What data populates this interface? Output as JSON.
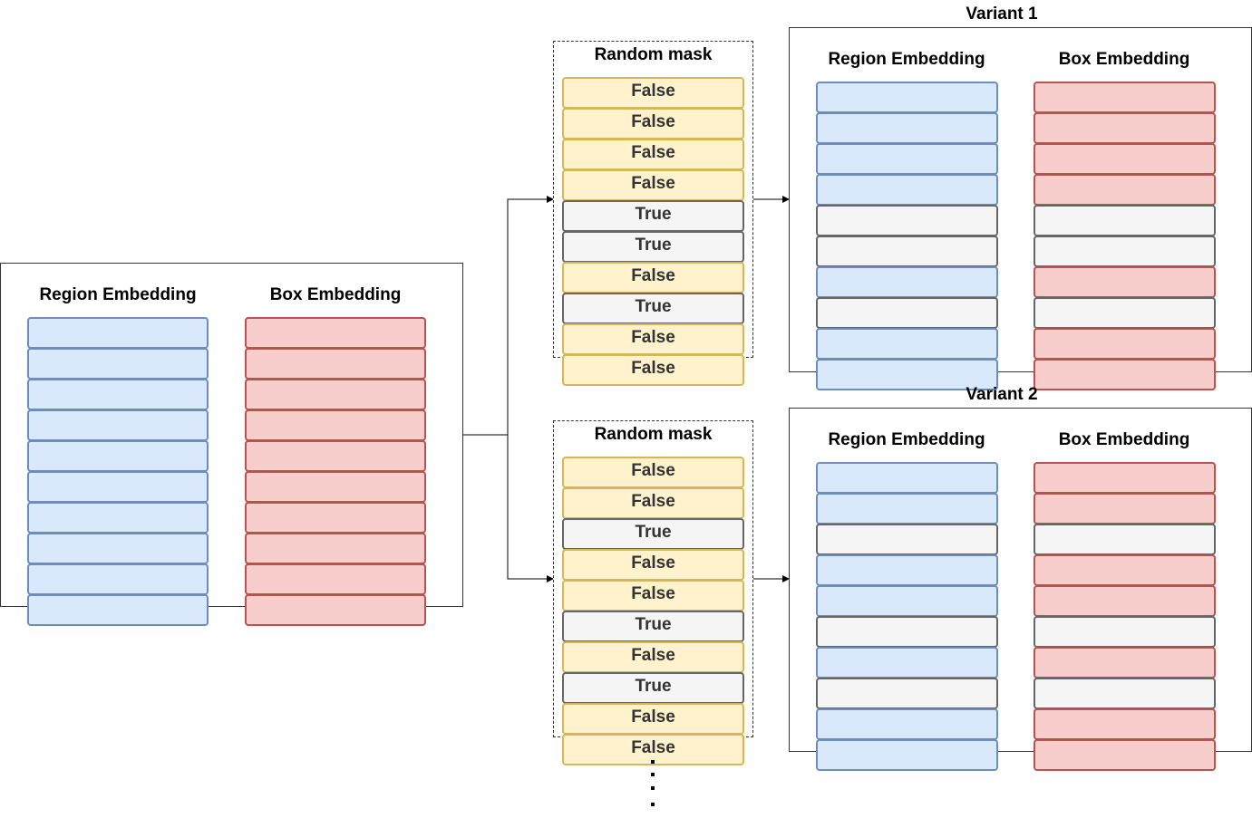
{
  "source": {
    "region_title": "Region Embedding",
    "box_title": "Box Embedding",
    "rows": 10
  },
  "masks": [
    {
      "title": "Random mask",
      "values": [
        "False",
        "False",
        "False",
        "False",
        "True",
        "True",
        "False",
        "True",
        "False",
        "False"
      ]
    },
    {
      "title": "Random mask",
      "values": [
        "False",
        "False",
        "True",
        "False",
        "False",
        "True",
        "False",
        "True",
        "False",
        "False"
      ]
    }
  ],
  "variants": [
    {
      "title": "Variant 1",
      "region_title": "Region Embedding",
      "box_title": "Box Embedding"
    },
    {
      "title": "Variant 2",
      "region_title": "Region Embedding",
      "box_title": "Box Embedding"
    }
  ],
  "colors": {
    "region_fill": "#dae8fc",
    "region_stroke": "#6c8ebf",
    "box_fill": "#f8cecc",
    "box_stroke": "#b85450",
    "mask_false_fill": "#fff2cc",
    "mask_false_stroke": "#d6b656",
    "mask_true_fill": "#f5f5f5",
    "mask_true_stroke": "#666666"
  }
}
